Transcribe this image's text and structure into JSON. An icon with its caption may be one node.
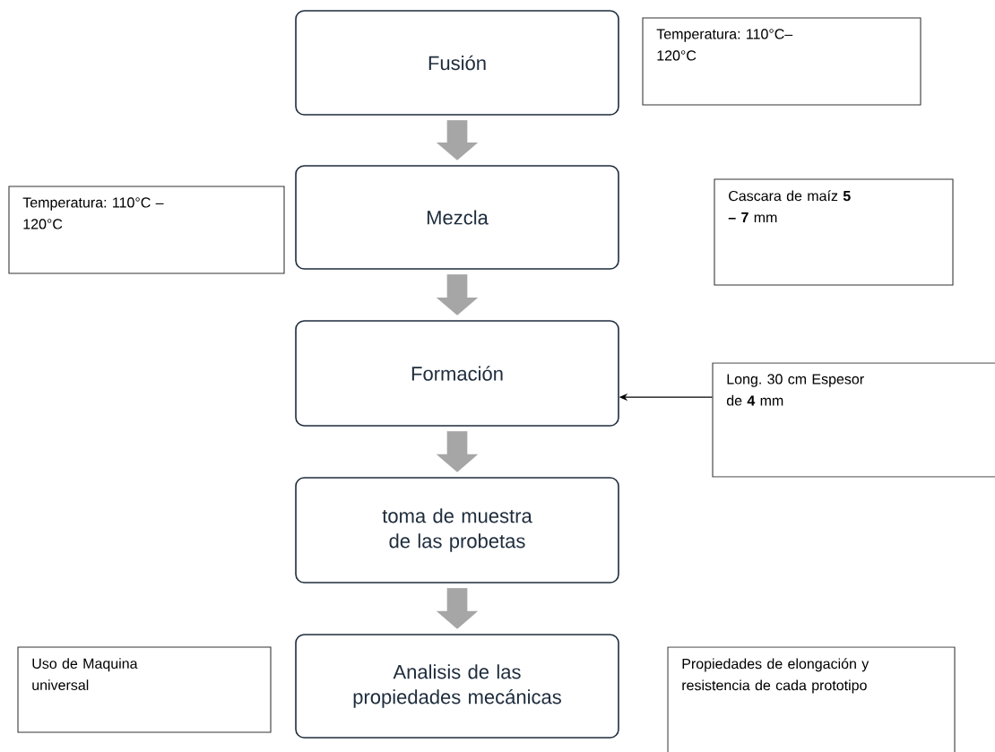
{
  "diagram": {
    "nodes": [
      {
        "text": [
          "Fusión"
        ]
      },
      {
        "text": [
          "Temperatura: 110°C– 120°C"
        ]
      },
      {
        "text": [
          "Temperatura: 110°C – 120°C"
        ]
      },
      {
        "text": [
          "Mezcla"
        ]
      },
      {
        "text": [
          "Cascara de maíz **5 – 7** mm"
        ]
      },
      {
        "text": [
          "Formación"
        ]
      },
      {
        "text": [
          "Long. 30 cm Espesor de **4** mm"
        ]
      },
      {
        "text": [
          "toma de muestra de las probetas"
        ]
      },
      {
        "text": [
          "Uso de Maquina universal"
        ]
      },
      {
        "text": [
          "Analisis de las propiedades mecánicas"
        ]
      },
      {
        "text": [
          "Propiedades de elongación y resistencia de cada prototipo"
        ]
      }
    ],
    "edges": [
      {
        "from": 0,
        "to": 3,
        "arrow": "to"
      },
      {
        "from": 3,
        "to": 5,
        "arrow": "to"
      },
      {
        "from": 5,
        "to": 7,
        "arrow": "to"
      },
      {
        "from": 7,
        "to": 9,
        "arrow": "to"
      },
      {
        "from": 6,
        "to": 5,
        "arrow": "to",
        "color": "#000000"
      }
    ]
  }
}
